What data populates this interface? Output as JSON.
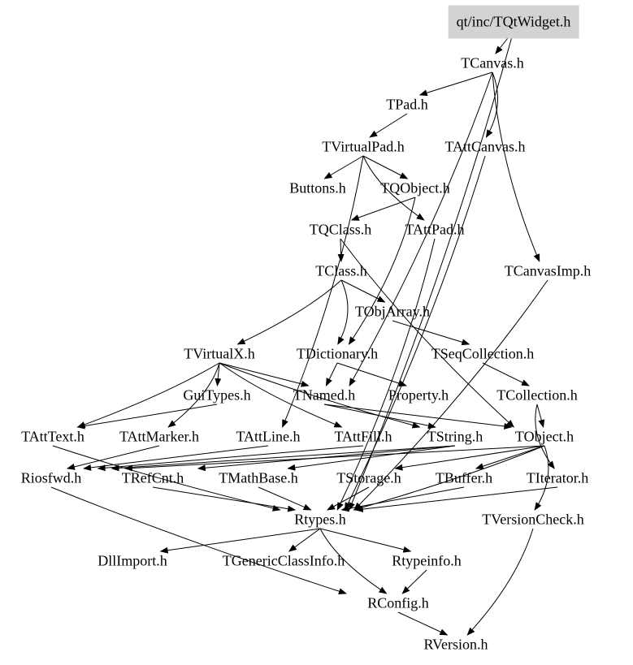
{
  "title": "qt/inc/TQtWidget.h",
  "nodes": [
    "qt/inc/TQtWidget.h",
    "TCanvas.h",
    "TPad.h",
    "TVirtualPad.h",
    "TAttCanvas.h",
    "Buttons.h",
    "TQObject.h",
    "TQClass.h",
    "TAttPad.h",
    "TCanvasImp.h",
    "TClass.h",
    "TObjArray.h",
    "TVirtualX.h",
    "TDictionary.h",
    "TSeqCollection.h",
    "GuiTypes.h",
    "TNamed.h",
    "Property.h",
    "TCollection.h",
    "TAttText.h",
    "TAttMarker.h",
    "TAttLine.h",
    "TAttFill.h",
    "TString.h",
    "TObject.h",
    "Riosfwd.h",
    "TRefCnt.h",
    "TMathBase.h",
    "TStorage.h",
    "TBuffer.h",
    "TIterator.h",
    "Rtypes.h",
    "TVersionCheck.h",
    "DllImport.h",
    "TGenericClassInfo.h",
    "Rtypeinfo.h",
    "RConfig.h",
    "RVersion.h"
  ],
  "edges": [
    [
      "qt/inc/TQtWidget.h",
      "TCanvas.h"
    ],
    [
      "qt/inc/TQtWidget.h",
      "Rtypes.h"
    ],
    [
      "TCanvas.h",
      "TPad.h"
    ],
    [
      "TCanvas.h",
      "TAttCanvas.h"
    ],
    [
      "TCanvas.h",
      "TCanvasImp.h"
    ],
    [
      "TCanvas.h",
      "TNamed.h"
    ],
    [
      "TPad.h",
      "TVirtualPad.h"
    ],
    [
      "TVirtualPad.h",
      "Buttons.h"
    ],
    [
      "TVirtualPad.h",
      "TQObject.h"
    ],
    [
      "TVirtualPad.h",
      "TAttPad.h"
    ],
    [
      "TVirtualPad.h",
      "TAttLine.h"
    ],
    [
      "TQObject.h",
      "TQClass.h"
    ],
    [
      "TQObject.h",
      "TDictionary.h"
    ],
    [
      "TQClass.h",
      "TClass.h"
    ],
    [
      "TQClass.h",
      "TObject.h"
    ],
    [
      "TClass.h",
      "TObjArray.h"
    ],
    [
      "TClass.h",
      "TDictionary.h"
    ],
    [
      "TClass.h",
      "TVirtualX.h"
    ],
    [
      "TObjArray.h",
      "TSeqCollection.h"
    ],
    [
      "TSeqCollection.h",
      "TCollection.h"
    ],
    [
      "TCollection.h",
      "TObject.h"
    ],
    [
      "TCollection.h",
      "TIterator.h"
    ],
    [
      "TDictionary.h",
      "TNamed.h"
    ],
    [
      "TDictionary.h",
      "Property.h"
    ],
    [
      "TNamed.h",
      "TString.h"
    ],
    [
      "TNamed.h",
      "TObject.h"
    ],
    [
      "TVirtualX.h",
      "GuiTypes.h"
    ],
    [
      "TVirtualX.h",
      "TNamed.h"
    ],
    [
      "TVirtualX.h",
      "TAttText.h"
    ],
    [
      "TVirtualX.h",
      "TAttMarker.h"
    ],
    [
      "TVirtualX.h",
      "TAttFill.h"
    ],
    [
      "TVirtualX.h",
      "TString.h"
    ],
    [
      "GuiTypes.h",
      "TAttText.h"
    ],
    [
      "TAttText.h",
      "Rtypes.h"
    ],
    [
      "TAttMarker.h",
      "Riosfwd.h"
    ],
    [
      "TAttLine.h",
      "Riosfwd.h"
    ],
    [
      "TAttFill.h",
      "Riosfwd.h"
    ],
    [
      "TString.h",
      "TRefCnt.h"
    ],
    [
      "TString.h",
      "TMathBase.h"
    ],
    [
      "TString.h",
      "Riosfwd.h"
    ],
    [
      "TObject.h",
      "Riosfwd.h"
    ],
    [
      "TObject.h",
      "TStorage.h"
    ],
    [
      "TObject.h",
      "TBuffer.h"
    ],
    [
      "TObject.h",
      "TVersionCheck.h"
    ],
    [
      "TObject.h",
      "Rtypes.h"
    ],
    [
      "TRefCnt.h",
      "Rtypes.h"
    ],
    [
      "TMathBase.h",
      "Rtypes.h"
    ],
    [
      "TStorage.h",
      "Rtypes.h"
    ],
    [
      "TBuffer.h",
      "Rtypes.h"
    ],
    [
      "TIterator.h",
      "Rtypes.h"
    ],
    [
      "TAttCanvas.h",
      "Rtypes.h"
    ],
    [
      "TAttPad.h",
      "Rtypes.h"
    ],
    [
      "TCanvasImp.h",
      "Rtypes.h"
    ],
    [
      "Riosfwd.h",
      "RConfig.h"
    ],
    [
      "Rtypes.h",
      "DllImport.h"
    ],
    [
      "Rtypes.h",
      "TGenericClassInfo.h"
    ],
    [
      "Rtypes.h",
      "Rtypeinfo.h"
    ],
    [
      "Rtypes.h",
      "RConfig.h"
    ],
    [
      "Rtypeinfo.h",
      "RConfig.h"
    ],
    [
      "RConfig.h",
      "RVersion.h"
    ],
    [
      "TVersionCheck.h",
      "RVersion.h"
    ]
  ]
}
